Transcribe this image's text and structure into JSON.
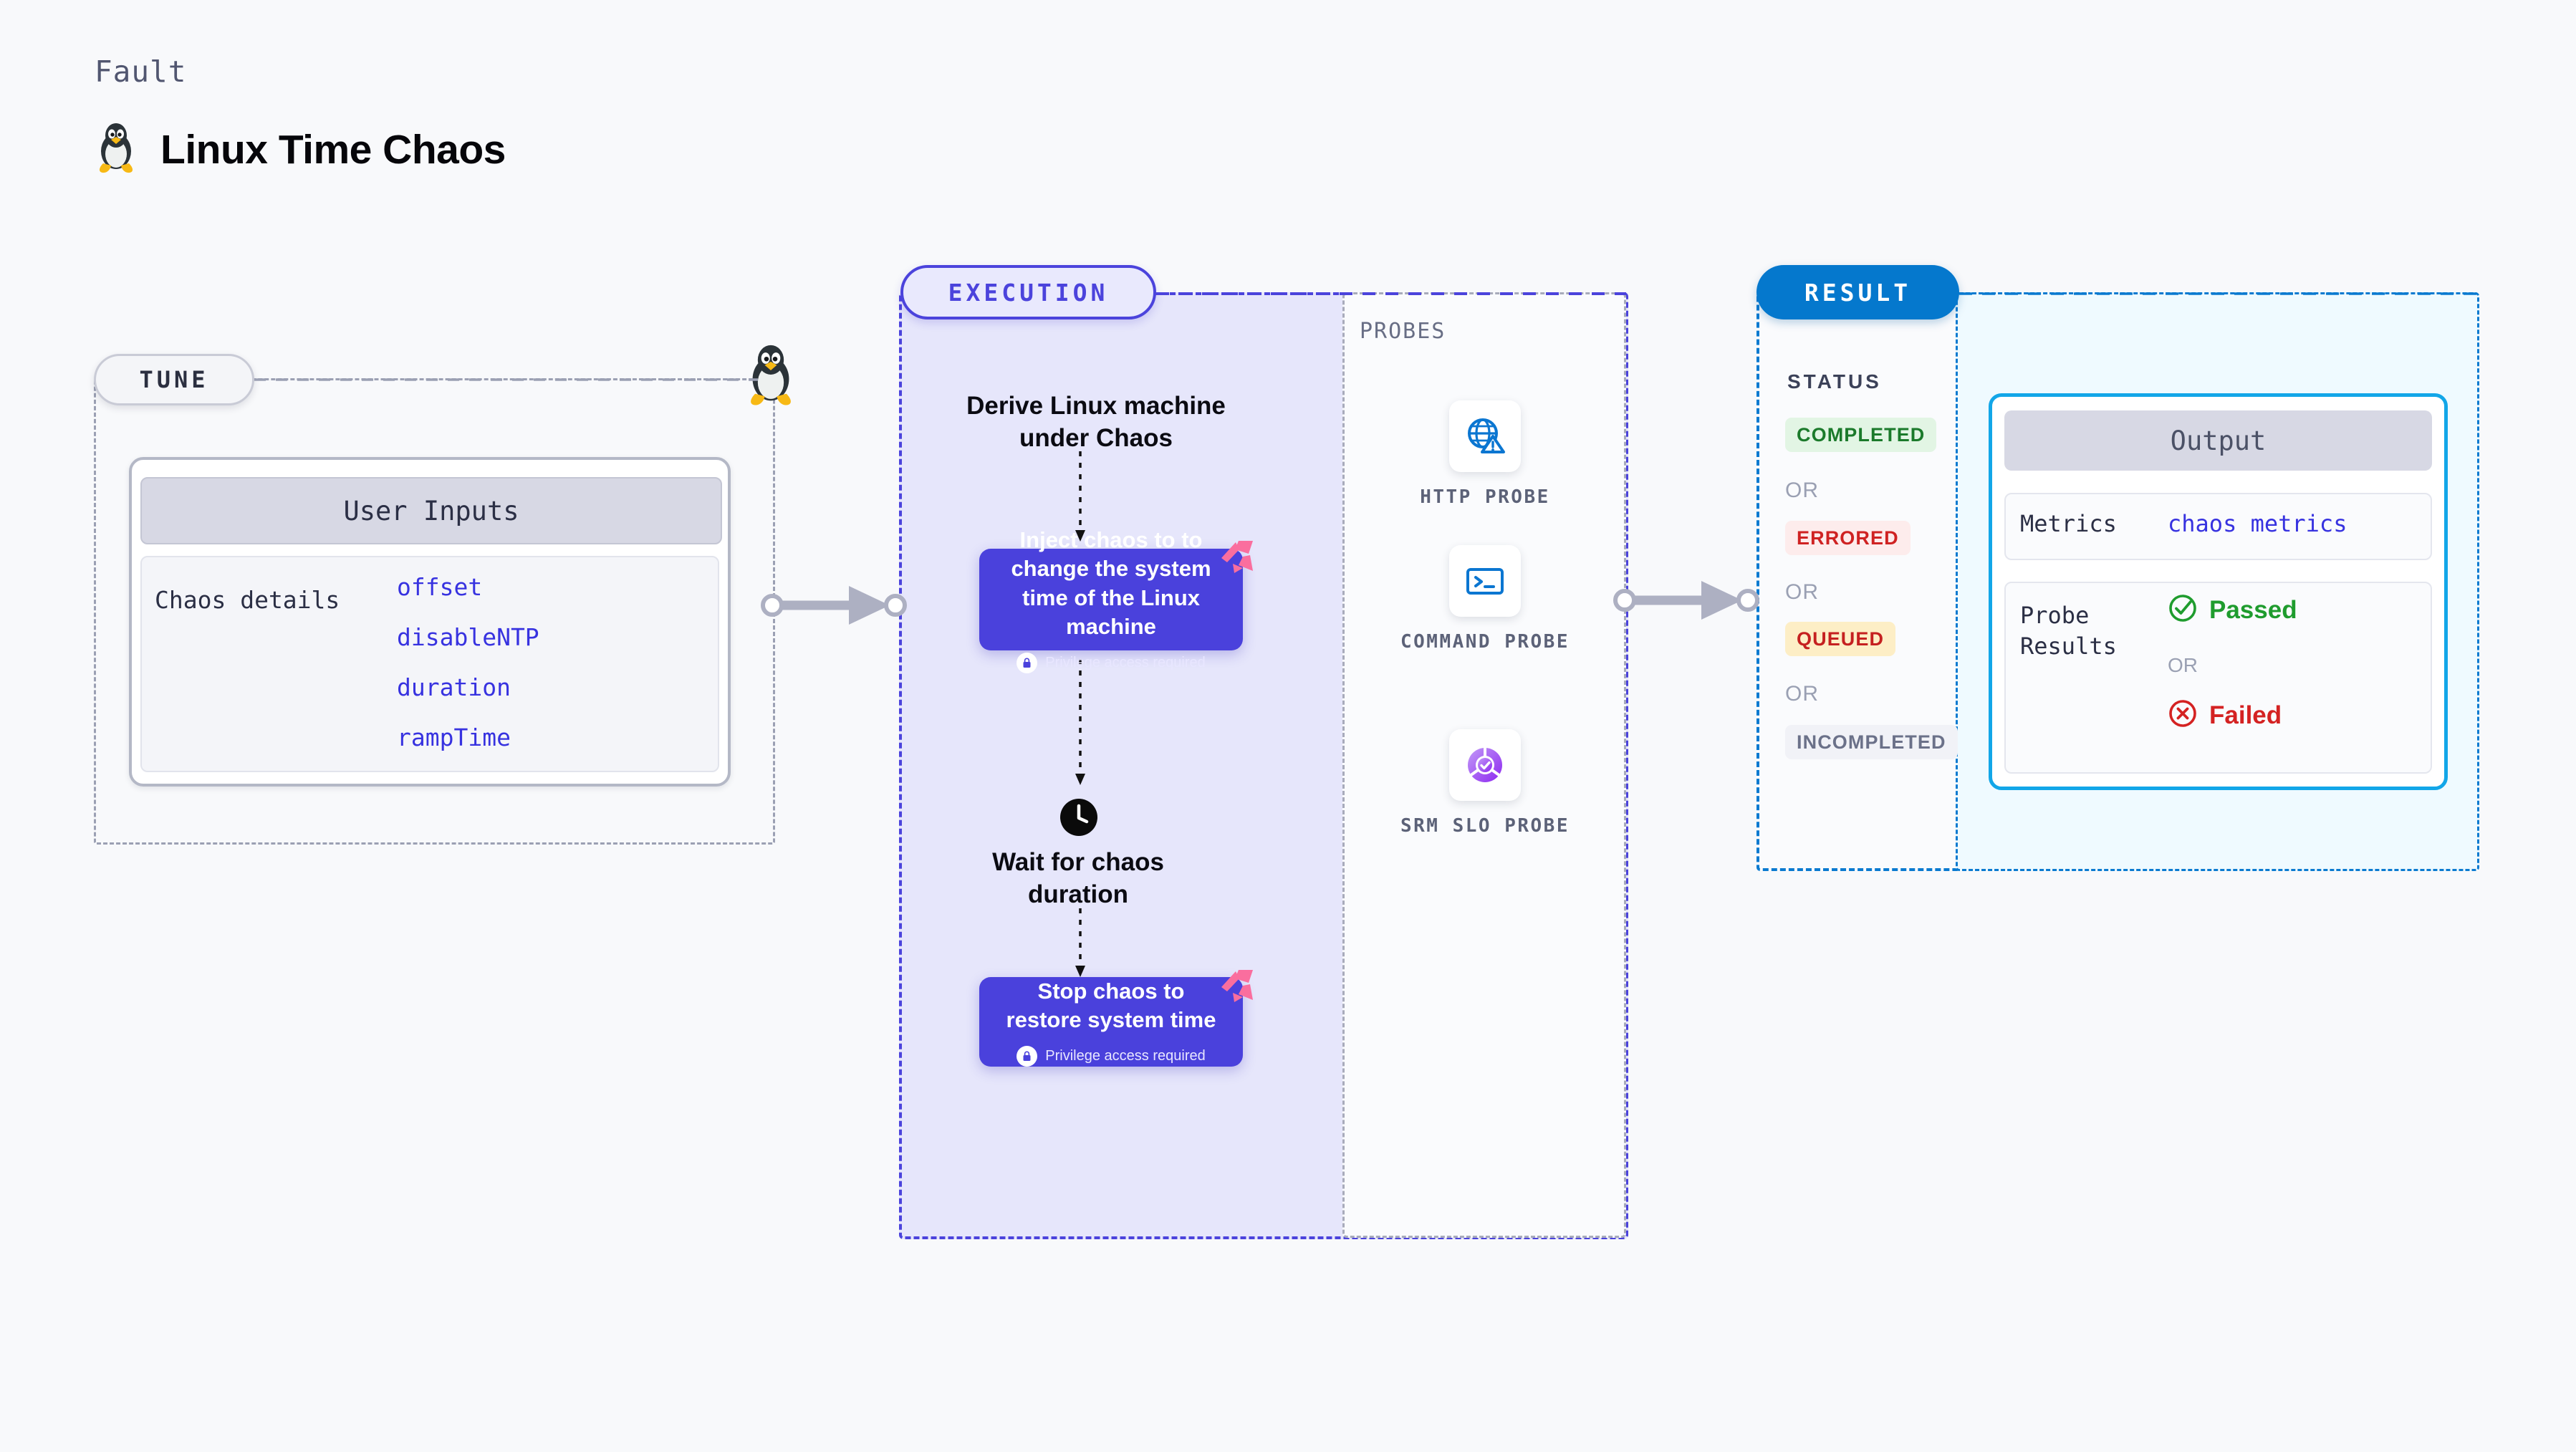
{
  "header": {
    "fault_label": "Fault",
    "title": "Linux Time Chaos",
    "icon": "linux-penguin-icon"
  },
  "tune": {
    "pill_label": "TUNE",
    "card_header": "User Inputs",
    "details_label": "Chaos details",
    "params": [
      "offset",
      "disableNTP",
      "duration",
      "rampTime"
    ],
    "corner_icon": "linux-penguin-icon"
  },
  "execution": {
    "pill_label": "EXECUTION",
    "step_derive": "Derive Linux machine under Chaos",
    "inject_card": {
      "text": "Inject chaos to to change the system time of the Linux machine",
      "privilege_note": "Privilege access required",
      "badge": "harness-logo-badge"
    },
    "wait_step": {
      "icon": "clock-icon",
      "text": "Wait for chaos duration"
    },
    "stop_card": {
      "text": "Stop chaos to restore system time",
      "privilege_note": "Privilege access required",
      "badge": "harness-logo-badge"
    }
  },
  "probes": {
    "label": "PROBES",
    "items": [
      {
        "name": "HTTP PROBE",
        "icon": "globe-warning-icon"
      },
      {
        "name": "COMMAND PROBE",
        "icon": "terminal-icon"
      },
      {
        "name": "SRM SLO PROBE",
        "icon": "slo-donut-check-icon"
      }
    ]
  },
  "result": {
    "pill_label": "RESULT",
    "status_label": "STATUS",
    "or_label": "OR",
    "statuses": [
      {
        "label": "COMPLETED",
        "bg": "#e2f5e4",
        "fg": "#1b7a2b"
      },
      {
        "label": "ERRORED",
        "bg": "#fdecec",
        "fg": "#cf2222"
      },
      {
        "label": "QUEUED",
        "bg": "#fdeec6",
        "fg": "#c52020"
      },
      {
        "label": "INCOMPLETED",
        "bg": "#f1f2f7",
        "fg": "#6b7189"
      }
    ],
    "output": {
      "header": "Output",
      "metrics_label": "Metrics",
      "metrics_value": "chaos metrics",
      "probe_results_label": "Probe Results",
      "passed_label": "Passed",
      "or_label": "OR",
      "failed_label": "Failed"
    }
  },
  "colors": {
    "execution_accent": "#4b43dc",
    "result_accent": "#0578cd",
    "param_blue": "#3732e0",
    "harness_pink": "#fa6e9e",
    "output_border": "#12a6e8"
  }
}
